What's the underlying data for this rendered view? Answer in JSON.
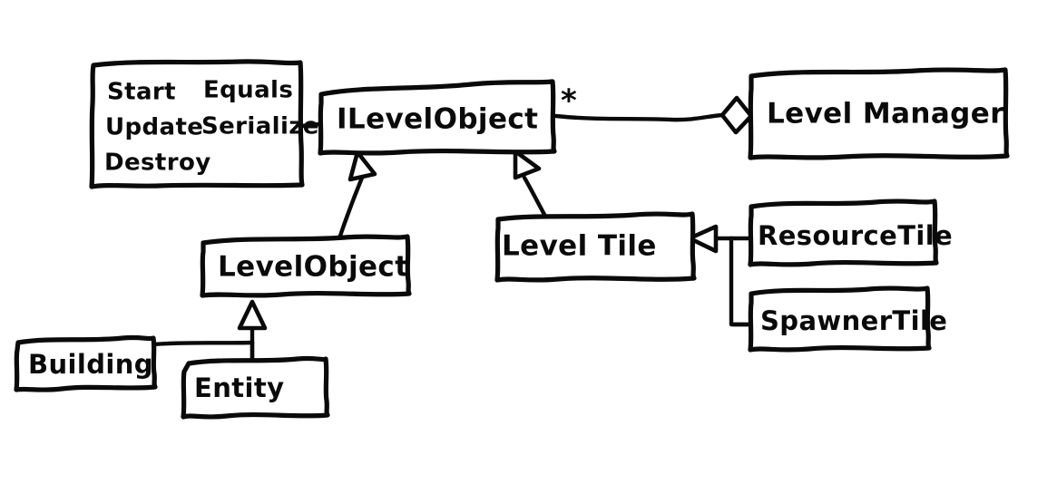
{
  "diagram": {
    "title": "ILevelObject class hierarchy",
    "style": "hand-drawn UML class diagram",
    "stroke_color": "#0a0a0a",
    "background_color": "#ffffff",
    "nodes": {
      "methods_box": {
        "kind": "method-list",
        "methods": [
          "Start",
          "Equals",
          "Update",
          "Serialize",
          "Destroy"
        ],
        "rows": [
          {
            "left": "Start",
            "right": "Equals"
          },
          {
            "left": "Update",
            "right": "Serialize"
          },
          {
            "left": "Destroy",
            "right": ""
          }
        ]
      },
      "ilevelobject": {
        "label": "ILevelObject",
        "kind": "interface"
      },
      "levelmanager": {
        "label": "Level Manager",
        "kind": "class"
      },
      "levelobject": {
        "label": "LevelObject",
        "kind": "class"
      },
      "leveltile": {
        "label": "Level Tile",
        "kind": "class"
      },
      "resourcetile": {
        "label": "ResourceTile",
        "kind": "class"
      },
      "spawnertile": {
        "label": "SpawnerTile",
        "kind": "class"
      },
      "building": {
        "label": "Building",
        "kind": "class"
      },
      "entity": {
        "label": "Entity",
        "kind": "class"
      }
    },
    "edges": [
      {
        "from": "methods_box",
        "to": "ilevelobject",
        "type": "note-link",
        "label": ""
      },
      {
        "from": "ilevelobject",
        "to": "levelmanager",
        "type": "aggregation",
        "label": "*"
      },
      {
        "from": "levelobject",
        "to": "ilevelobject",
        "type": "generalization",
        "label": ""
      },
      {
        "from": "leveltile",
        "to": "ilevelobject",
        "type": "generalization",
        "label": ""
      },
      {
        "from": "resourcetile",
        "to": "leveltile",
        "type": "generalization",
        "label": ""
      },
      {
        "from": "spawnertile",
        "to": "leveltile",
        "type": "generalization",
        "label": ""
      },
      {
        "from": "building",
        "to": "levelobject",
        "type": "generalization",
        "label": ""
      },
      {
        "from": "entity",
        "to": "levelobject",
        "type": "generalization",
        "label": ""
      }
    ],
    "multiplicity": {
      "ilevelobject_to_levelmanager": "*"
    }
  }
}
